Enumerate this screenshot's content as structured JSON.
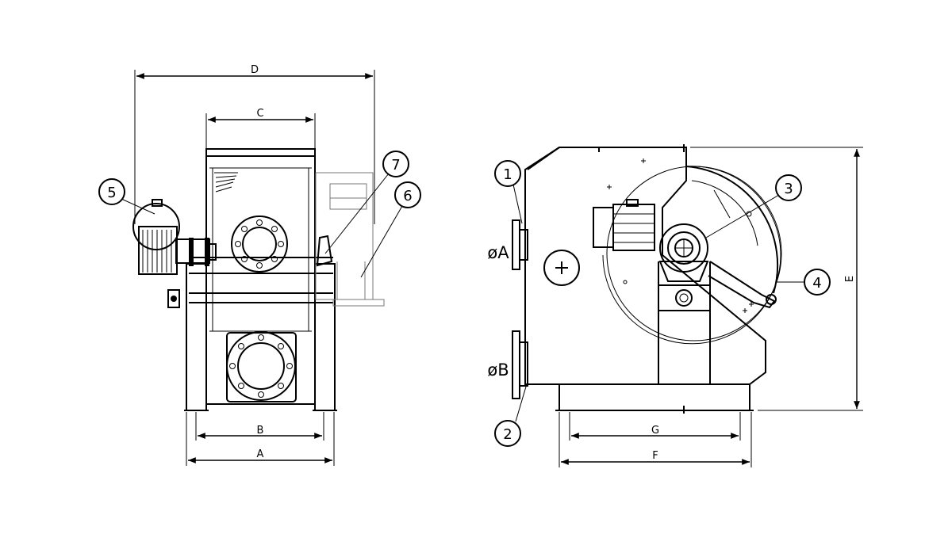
{
  "dimensions": {
    "A": "A",
    "B": "B",
    "C": "C",
    "D": "D",
    "E": "E",
    "F": "F",
    "G": "G",
    "diameter_A": "øA",
    "diameter_B": "øB"
  },
  "callouts": [
    "1",
    "2",
    "3",
    "4",
    "5",
    "6",
    "7"
  ]
}
